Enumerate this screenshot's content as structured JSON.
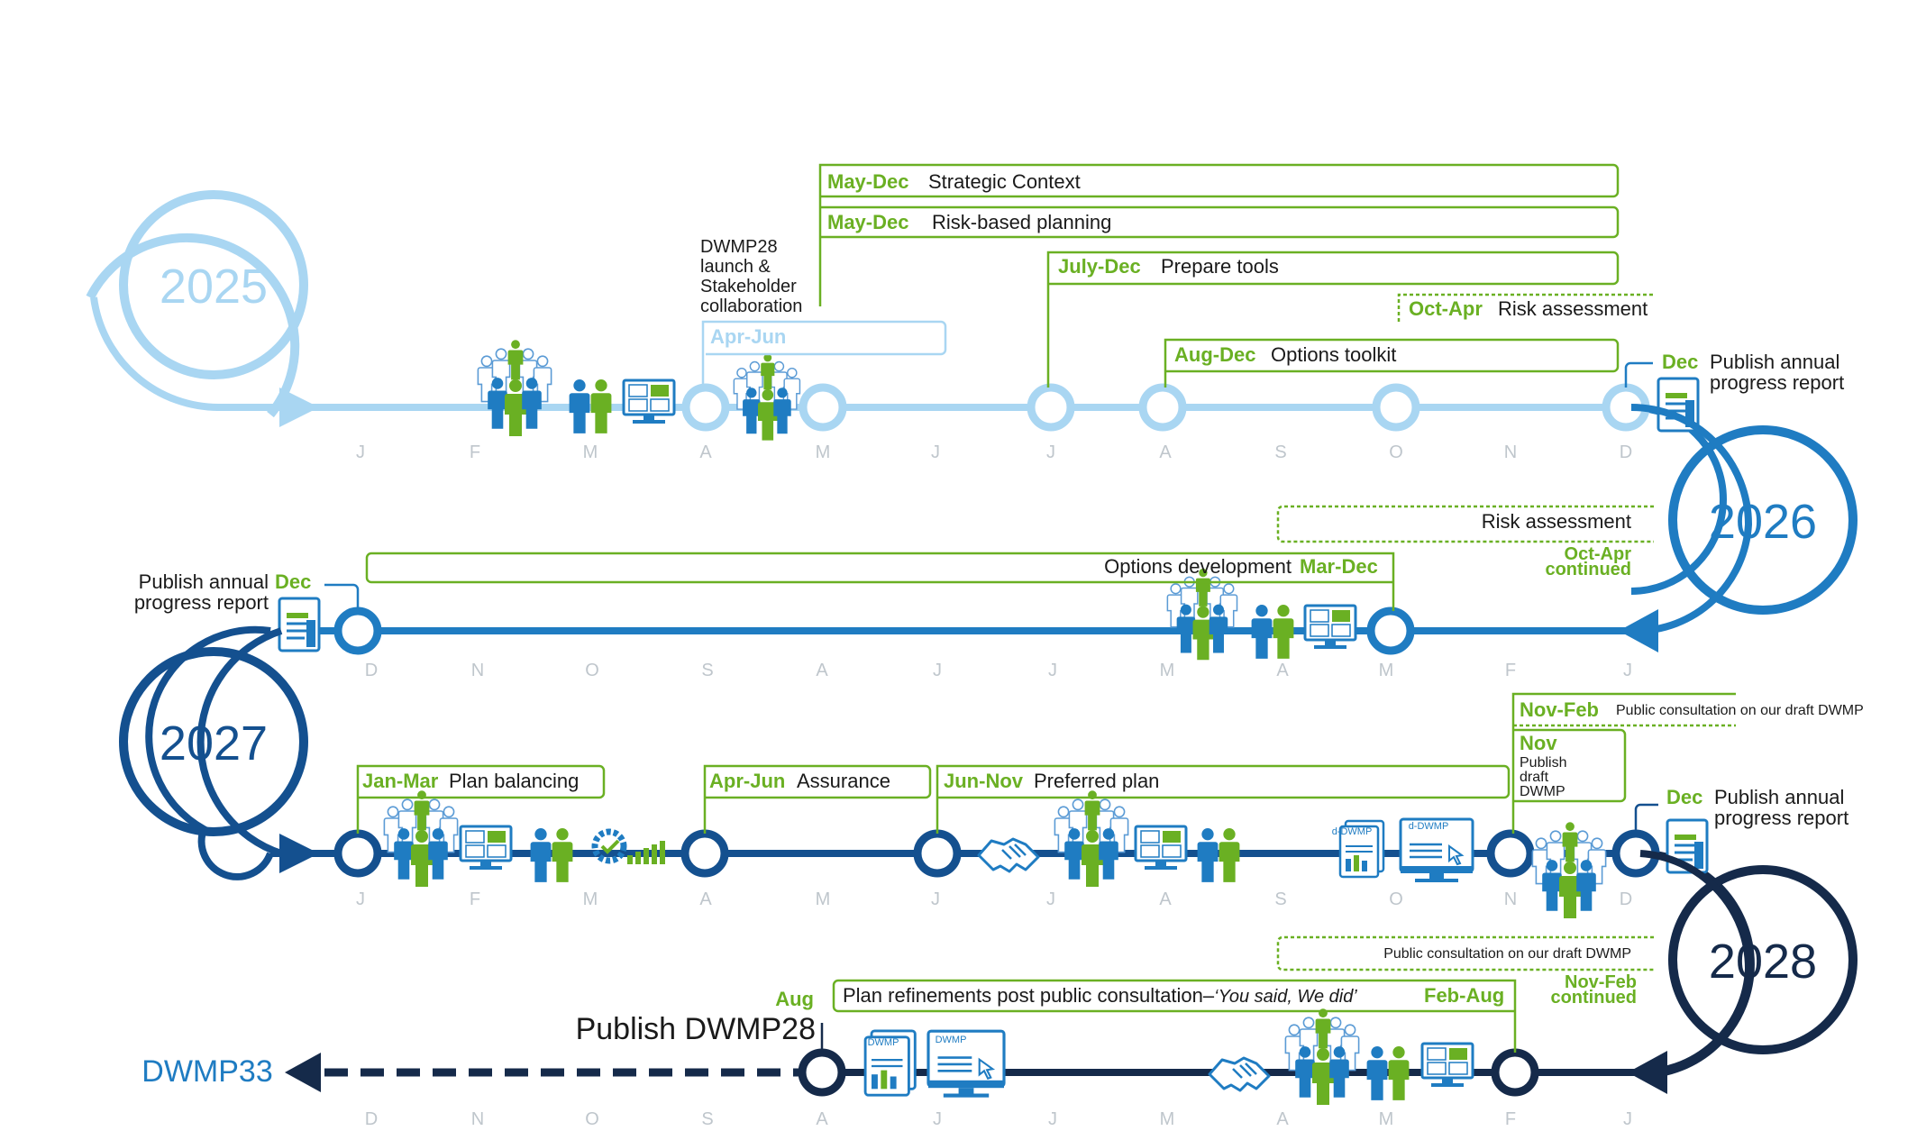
{
  "colors": {
    "accent_green": "#6ab023",
    "year_2025": "#a9d6f2",
    "year_2026": "#1f7cc2",
    "year_2027": "#14508f",
    "year_2028": "#152a4a",
    "dwmp33": "#1f7cc2"
  },
  "years": {
    "y2025": "2025",
    "y2026": "2026",
    "y2027": "2027",
    "y2028": "2028"
  },
  "months": {
    "row1": [
      "J",
      "F",
      "M",
      "A",
      "M",
      "J",
      "J",
      "A",
      "S",
      "O",
      "N",
      "D"
    ],
    "row2": [
      "D",
      "N",
      "O",
      "S",
      "A",
      "J",
      "J",
      "M",
      "A",
      "M",
      "F",
      "J"
    ],
    "row3": [
      "J",
      "F",
      "M",
      "A",
      "M",
      "J",
      "J",
      "A",
      "S",
      "O",
      "N",
      "D"
    ],
    "row4": [
      "D",
      "N",
      "O",
      "S",
      "A",
      "J",
      "J",
      "M",
      "A",
      "M",
      "F",
      "J"
    ]
  },
  "row1": {
    "launch_text": [
      "DWMP28",
      "launch &",
      "Stakeholder",
      "collaboration"
    ],
    "apr_jun": "Apr-Jun",
    "strategic_period": "May-Dec",
    "strategic_label": "Strategic Context",
    "risk_period": "May-Dec",
    "risk_label": "Risk-based planning",
    "tools_period": "July-Dec",
    "tools_label": "Prepare tools",
    "riskassess_period": "Oct-Apr",
    "riskassess_label": "Risk assessment",
    "toolkit_period": "Aug-Dec",
    "toolkit_label": "Options toolkit",
    "report_period": "Dec",
    "report_label": [
      "Publish annual",
      "progress report"
    ]
  },
  "row2": {
    "riskassess_label": "Risk assessment",
    "riskassess_continued": [
      "Oct-Apr",
      "continued"
    ],
    "options_label": "Options development",
    "options_period": "Mar-Dec",
    "report_label": [
      "Publish annual",
      "progress report"
    ],
    "report_period": "Dec"
  },
  "row3": {
    "balancing_period": "Jan-Mar",
    "balancing_label": "Plan balancing",
    "assurance_period": "Apr-Jun",
    "assurance_label": "Assurance",
    "preferred_period": "Jun-Nov",
    "preferred_label": "Preferred plan",
    "consult_period": "Nov-Feb",
    "consult_label": "Public consultation on our draft DWMP",
    "draft_period": "Nov",
    "draft_label": [
      "Publish",
      "draft",
      "DWMP"
    ],
    "report_period": "Dec",
    "report_label": [
      "Publish annual",
      "progress report"
    ],
    "doc_label": "d-DWMP",
    "screen_label": "d-DWMP"
  },
  "row4": {
    "consult_label": "Public consultation on our draft DWMP",
    "consult_continued": [
      "Nov-Feb",
      "continued"
    ],
    "refine_label": "Plan refinements post public consultation–",
    "refine_quote": "‘You said, We did’",
    "refine_period": "Feb-Aug",
    "publish_period": "Aug",
    "publish_label": "Publish DWMP28",
    "doc_label": "DWMP",
    "screen_label": "DWMP",
    "next_label": "DWMP33"
  }
}
